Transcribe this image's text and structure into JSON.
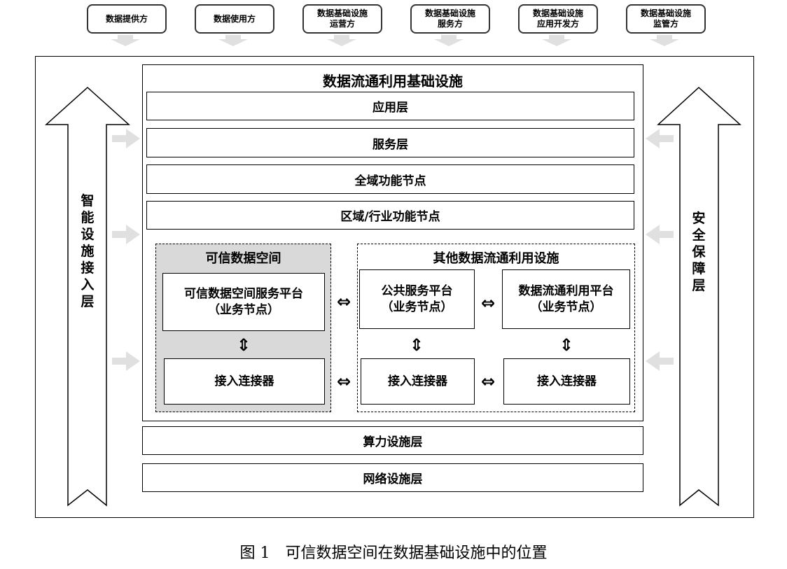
{
  "stakeholders": [
    {
      "label": "数据提供方"
    },
    {
      "label": "数据使用方"
    },
    {
      "label": "数据基础设施\n运营方"
    },
    {
      "label": "数据基础设施\n服务方"
    },
    {
      "label": "数据基础设施\n应用开发方"
    },
    {
      "label": "数据基础设施\n监管方"
    }
  ],
  "main_title": "数据流通利用基础设施",
  "layers": {
    "application": "应用层",
    "service": "服务层",
    "global_node": "全域功能节点",
    "regional_node": "区域/行业功能节点",
    "compute": "算力设施层",
    "network": "网络设施层"
  },
  "trusted_space": {
    "title": "可信数据空间",
    "platform": "可信数据空间服务平台\n（业务节点）",
    "connector": "接入连接器"
  },
  "other_facilities": {
    "title": "其他数据流通利用设施",
    "public_platform": "公共服务平台\n（业务节点）",
    "circulation_platform": "数据流通利用平台\n（业务节点）",
    "connector_a": "接入连接器",
    "connector_b": "接入连接器"
  },
  "side_labels": {
    "left": "智能设施接入层",
    "right": "安全保障层"
  },
  "symbols": {
    "bidir_h": "⇔",
    "bidir_v": "⇕"
  },
  "caption": "图 1　可信数据空间在数据基础设施中的位置",
  "colors": {
    "trusted_fill": "#d9d9d9",
    "flow_arrow": "#e0e0e0",
    "border": "#000000"
  }
}
